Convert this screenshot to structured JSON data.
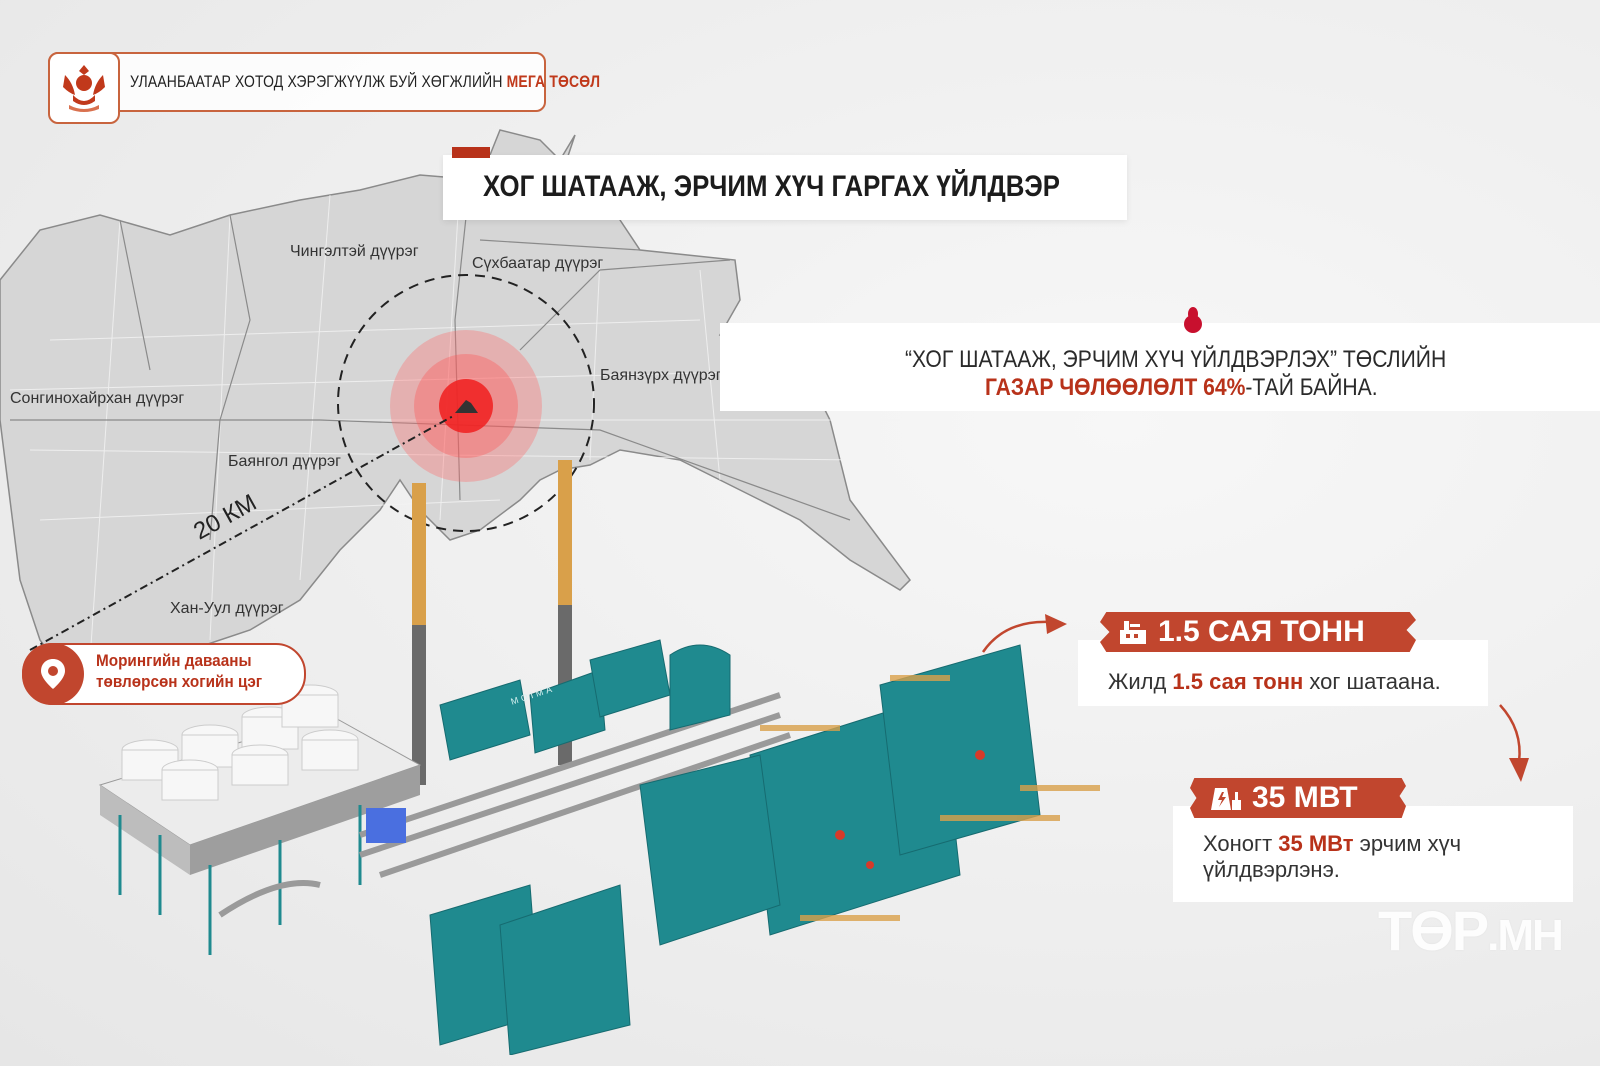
{
  "header": {
    "emblem": "ulaanbaatar-city-emblem",
    "text_plain": "УЛААНБААТАР ХОТОД ХЭРЭГЖҮҮЛЖ БУЙ ХӨГЖЛИЙН ",
    "text_highlight": "МЕГА ТӨСӨЛ"
  },
  "title": "ХОГ ШАТААЖ, ЭРЧИМ ХҮЧ ГАРГАХ ҮЙЛДВЭР",
  "map": {
    "districts": [
      {
        "name": "Чингэлтэй дүүрэг"
      },
      {
        "name": "Сүхбаатар дүүрэг"
      },
      {
        "name": "Сонгинохайрхан дүүрэг"
      },
      {
        "name": "Баянзүрх дүүрэг"
      },
      {
        "name": "Баянгол дүүрэг"
      },
      {
        "name": "Хан-Уул дүүрэг"
      }
    ],
    "distance_label": "20 КМ",
    "center_icon": "monument-icon"
  },
  "info": {
    "line1": "“ХОГ ШАТААЖ, ЭРЧИМ ХҮЧ ҮЙЛДВЭРЛЭХ” ТӨСЛИЙН",
    "line2_highlight": "ГАЗАР ЧӨЛӨӨЛӨЛТ 64%",
    "line2_rest": "-ТАЙ БАЙНА."
  },
  "location": {
    "line1": "Морингийн давааны",
    "line2": "төвлөрсөн хогийн цэг"
  },
  "stats": [
    {
      "ribbon": "1.5 САЯ ТОНН",
      "icon": "factory-icon",
      "text_before": "Жилд ",
      "text_highlight": "1.5 сая тонн",
      "text_after": " хог шатаана."
    },
    {
      "ribbon": "35 МВТ",
      "icon": "power-plant-icon",
      "text_before": "Хоногт ",
      "text_highlight": "35 МВт",
      "text_after": " эрчим хүч үйлдвэрлэнэ."
    }
  ],
  "plant": {
    "brand": "MOIMA"
  },
  "watermark": {
    "main": "ТӨР",
    "suffix": ".МН"
  },
  "colors": {
    "accent": "#c1462e",
    "accent_dark": "#b8321a",
    "teal": "#1f8a8f",
    "map_gray": "#d4d4d4"
  }
}
